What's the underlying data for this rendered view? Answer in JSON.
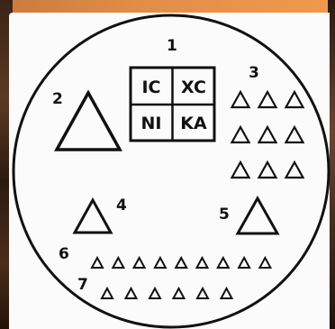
{
  "labels": {
    "n1": "1",
    "n2": "2",
    "n3": "3",
    "n4": "4",
    "n5": "5",
    "n6": "6",
    "n7": "7"
  },
  "grid": {
    "top_left": "IC",
    "top_right": "XC",
    "bottom_left": "NI",
    "bottom_right": "KA"
  },
  "groups": {
    "group3_rows": 3,
    "group3_cols": 3,
    "row6_count": 9,
    "row7_count": 6
  }
}
